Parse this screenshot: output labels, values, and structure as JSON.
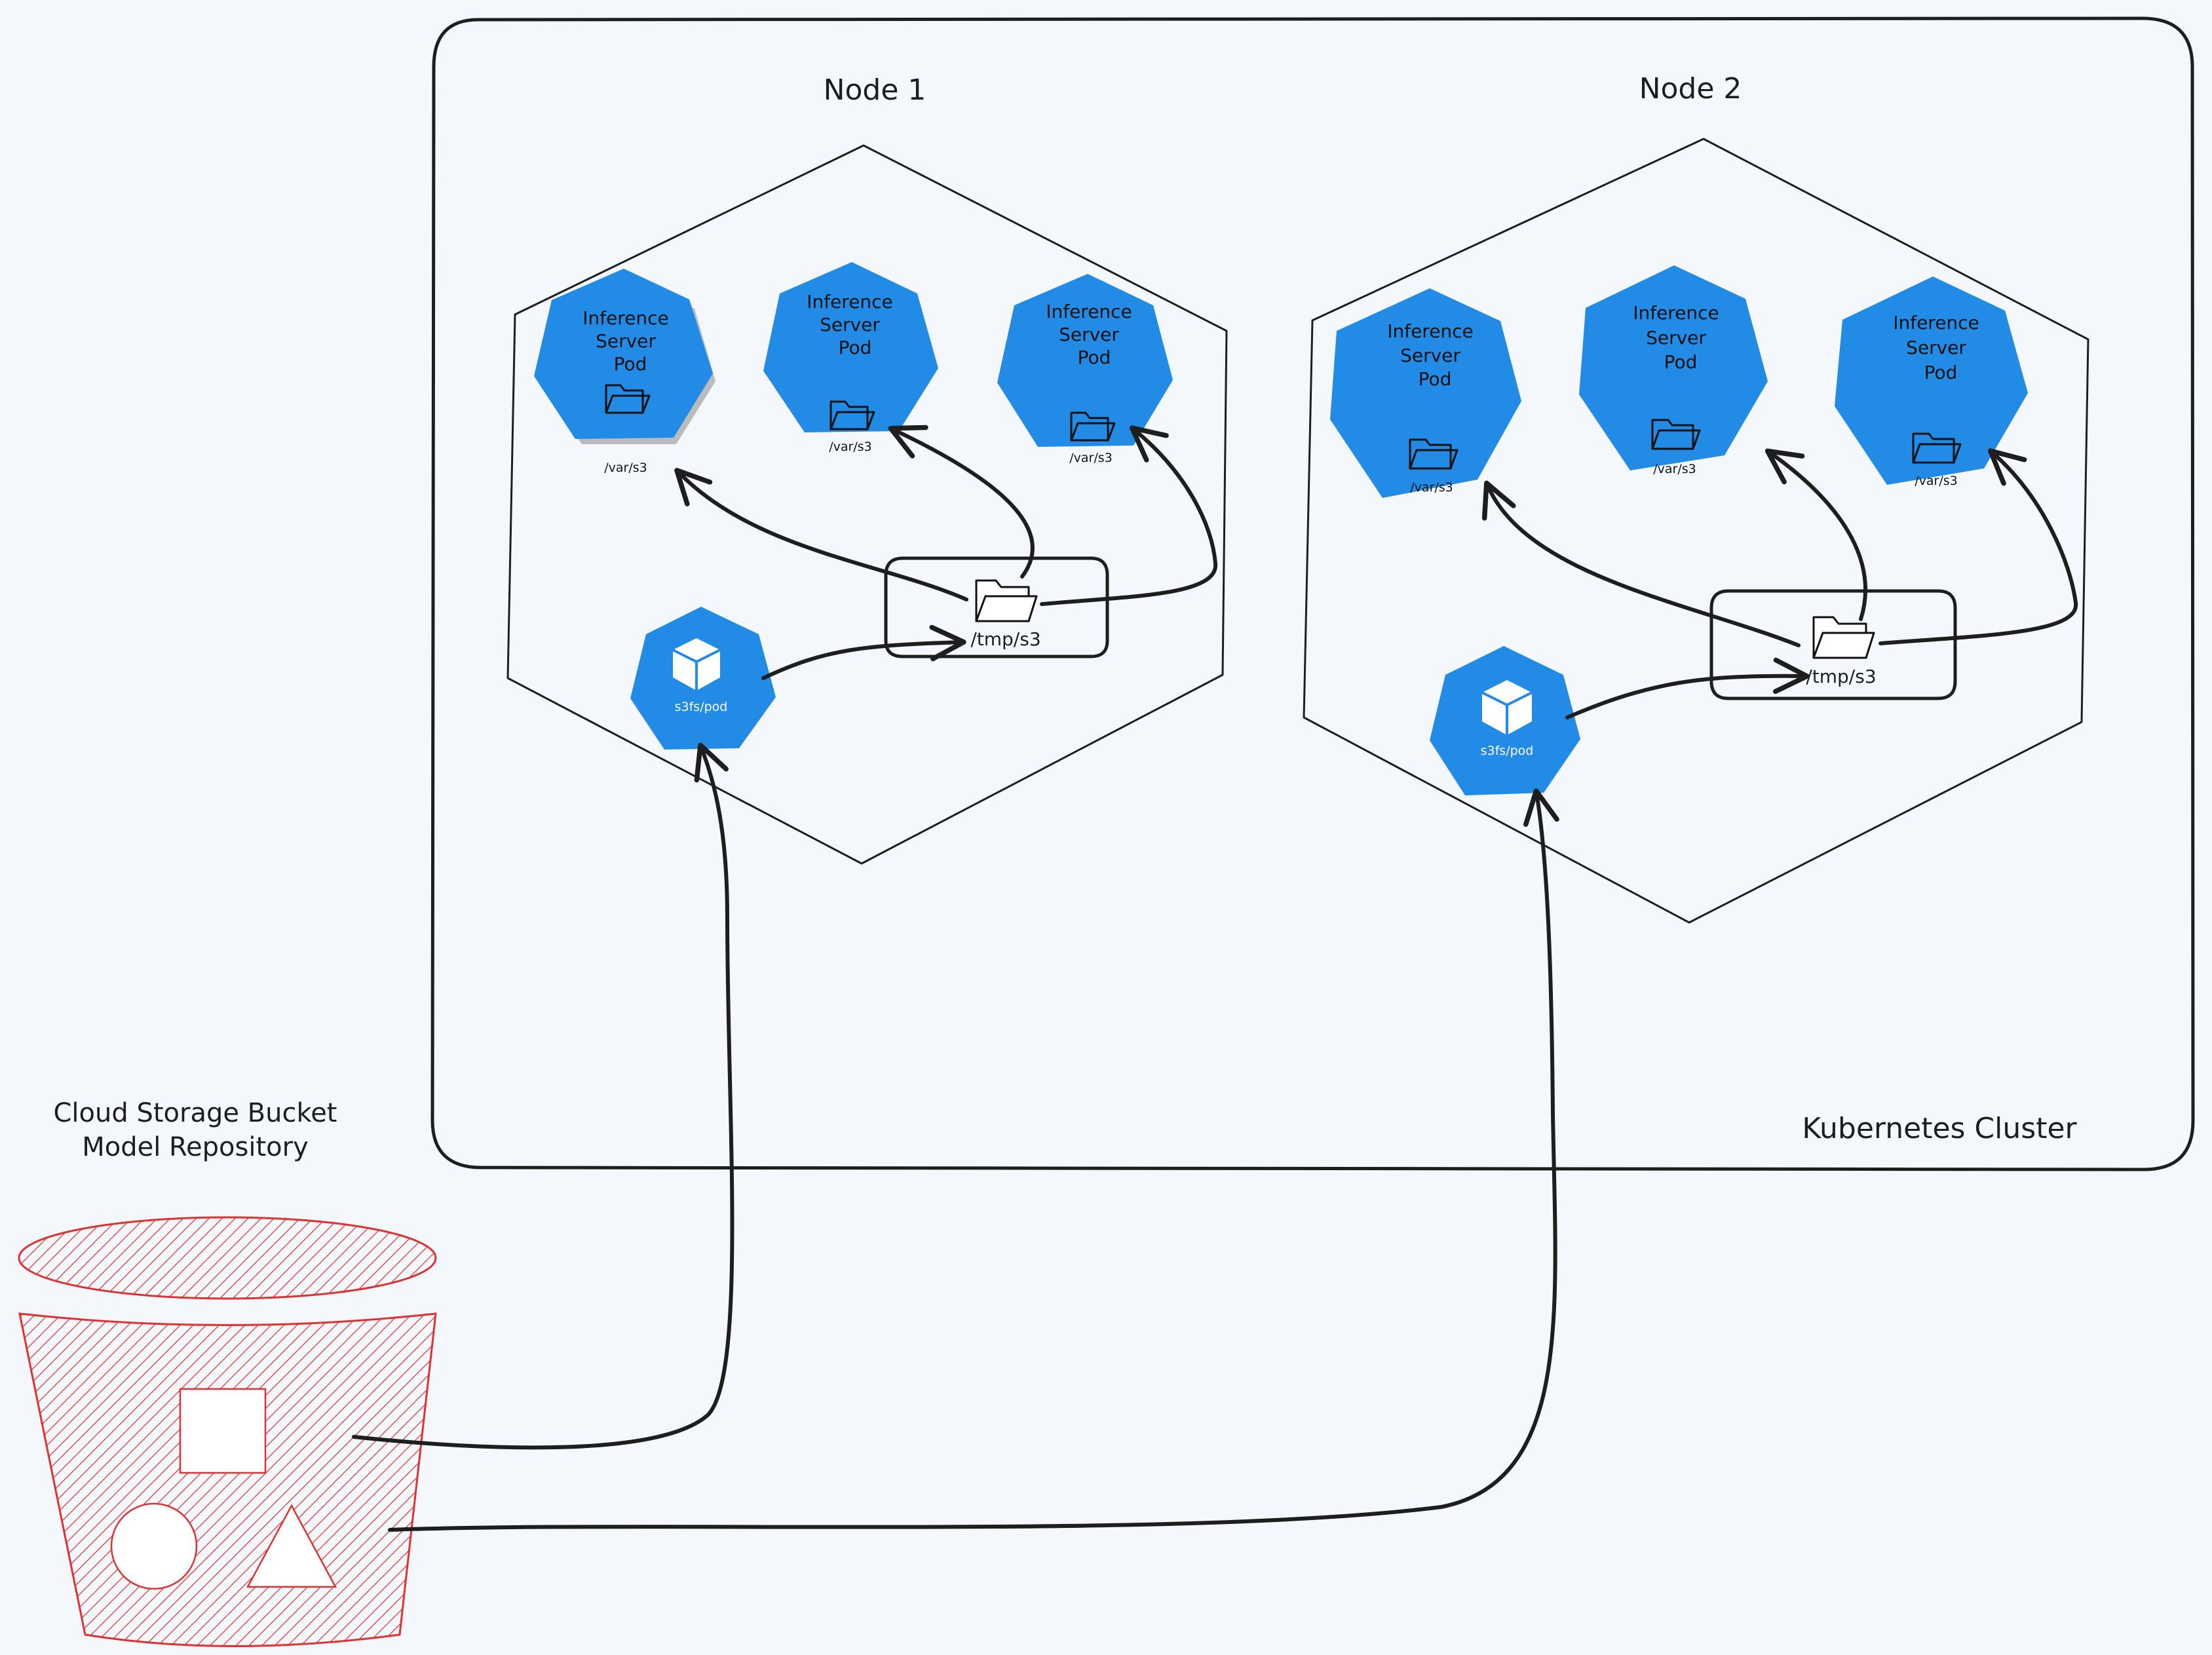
{
  "cluster": {
    "label": "Kubernetes Cluster"
  },
  "nodes": [
    {
      "label": "Node 1",
      "mount": "/tmp/s3",
      "s3fs_label": "s3fs/pod",
      "pods": [
        {
          "title": [
            "Inference",
            "Server",
            "Pod"
          ],
          "mount": "/var/s3"
        },
        {
          "title": [
            "Inference",
            "Server",
            "Pod"
          ],
          "mount": "/var/s3"
        },
        {
          "title": [
            "Inference",
            "Server",
            "Pod"
          ],
          "mount": "/var/s3"
        }
      ]
    },
    {
      "label": "Node 2",
      "mount": "/tmp/s3",
      "s3fs_label": "s3fs/pod",
      "pods": [
        {
          "title": [
            "Inference",
            "Server",
            "Pod"
          ],
          "mount": "/var/s3"
        },
        {
          "title": [
            "Inference",
            "Server",
            "Pod"
          ],
          "mount": "/var/s3"
        },
        {
          "title": [
            "Inference",
            "Server",
            "Pod"
          ],
          "mount": "/var/s3"
        }
      ]
    }
  ],
  "bucket": {
    "title": "Cloud Storage Bucket",
    "subtitle": "Model Repository"
  },
  "colors": {
    "pod_fill": "#228be6",
    "bucket": "#e03131",
    "ink": "#1e1e1e"
  }
}
